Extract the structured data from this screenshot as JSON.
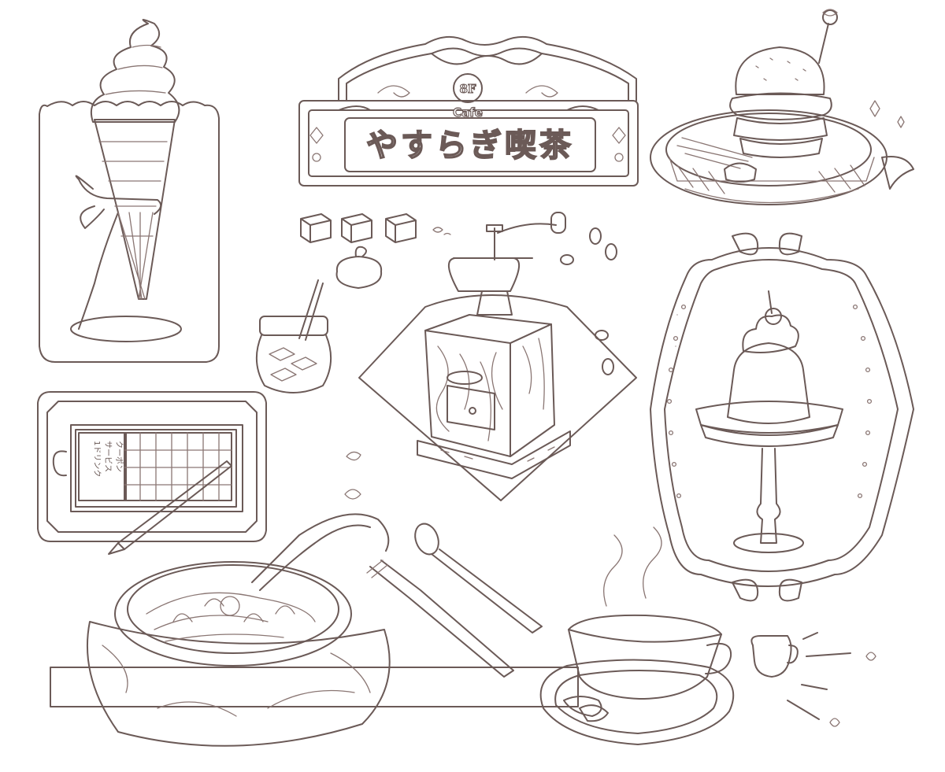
{
  "illustration": {
    "palette": {
      "line": "#6b5a57",
      "line_light": "#8a7673",
      "paper": "#ffffff"
    },
    "sign": {
      "floor": "8F",
      "subtitle": "Cafe",
      "name": "やすらぎ喫茶"
    },
    "coupon": {
      "lines": [
        "1ドリンク",
        "サービス",
        "クーポン"
      ]
    },
    "items": [
      "soft-serve-ice-cream-cone",
      "cafe-sign",
      "hamburger-basket",
      "sugar-cubes",
      "sugar-jar",
      "coffee-grinder",
      "pudding-stand",
      "coupon-card",
      "spaghetti-plate",
      "fork-and-spoon",
      "coffee-cup",
      "milk-pitcher"
    ]
  }
}
